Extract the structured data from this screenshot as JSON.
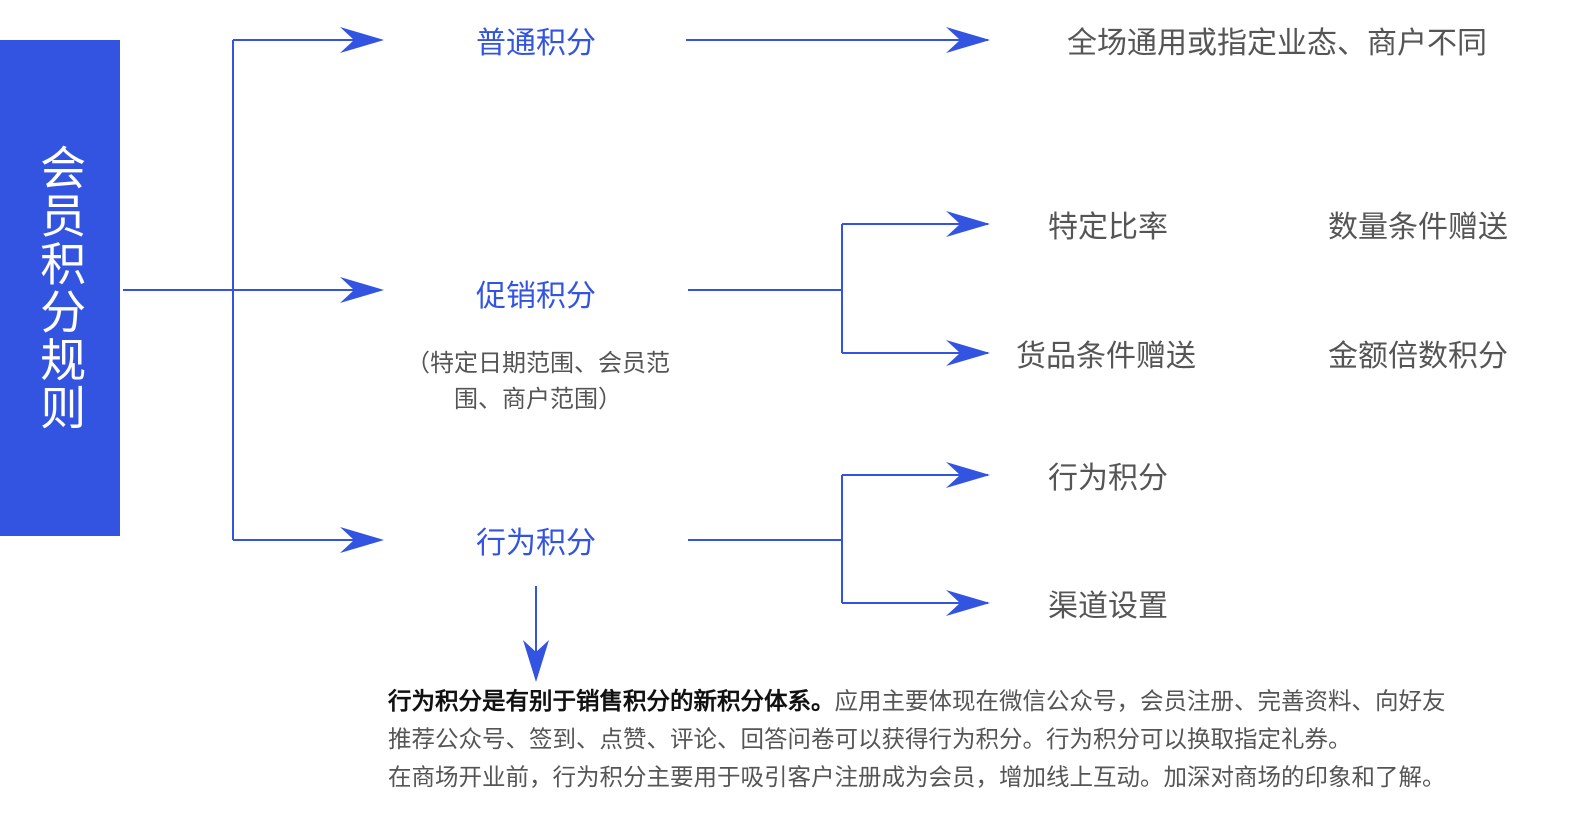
{
  "title": "会员积分规则",
  "categories": {
    "normal": "普通积分",
    "promo": "促销积分",
    "behavior": "行为积分"
  },
  "promo_note": "（特定日期范围、会员范围、商户范围）",
  "normal_detail": "全场通用或指定业态、商户不同",
  "promo_items": [
    "特定比率",
    "数量条件赠送",
    "货品条件赠送",
    "金额倍数积分"
  ],
  "behavior_items": [
    "行为积分",
    "渠道设置"
  ],
  "description": {
    "bold": "行为积分是有别于销售积分的新积分体系。",
    "rest": "应用主要体现在微信公众号，会员注册、完善资料、向好友",
    "line2": "推荐公众号、签到、点赞、评论、回答问卷可以获得行为积分。行为积分可以换取指定礼券。",
    "line3": "在商场开业前，行为积分主要用于吸引客户注册成为会员，增加线上互动。加深对商场的印象和了解。"
  },
  "colors": {
    "accent": "#3354e0",
    "text": "#555555",
    "bold_text": "#111111"
  }
}
